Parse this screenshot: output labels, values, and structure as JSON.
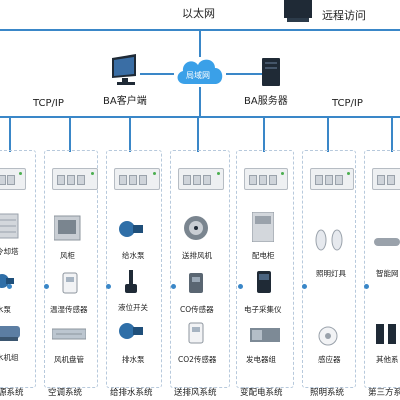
{
  "top": {
    "ethernet_label": "以太网",
    "remote_label": "远程访问"
  },
  "center": {
    "lan_label": "局域网",
    "client_label": "BA客户端",
    "server_label": "BA服务器",
    "tcpip_left": "TCP/IP",
    "tcpip_right": "TCP/IP"
  },
  "columns": [
    {
      "id": "hvac-source",
      "system_label": "源系统",
      "devices": [
        "令却塔",
        "水泵",
        "水机组"
      ]
    },
    {
      "id": "aircon",
      "system_label": "空调系统",
      "devices": [
        "风柜",
        "温湿传感器",
        "风机盘管"
      ]
    },
    {
      "id": "water",
      "system_label": "给排水系统",
      "devices": [
        "给水泵",
        "液位开关",
        "排水泵"
      ]
    },
    {
      "id": "ventilation",
      "system_label": "送排风系统",
      "devices": [
        "送排风机",
        "CO传感器",
        "CO2传感器"
      ]
    },
    {
      "id": "power",
      "system_label": "变配电系统",
      "devices": [
        "配电柜",
        "电子采集仪",
        "发电器组"
      ]
    },
    {
      "id": "lighting",
      "system_label": "照明系统",
      "devices": [
        "照明灯具",
        "感应器"
      ]
    },
    {
      "id": "third-party",
      "system_label": "第三方系",
      "devices": [
        "智能网",
        "其他系"
      ]
    }
  ],
  "colors": {
    "bus": "#3a87c8",
    "cloud": "#3aa0e8",
    "server": "#1f2a36"
  }
}
